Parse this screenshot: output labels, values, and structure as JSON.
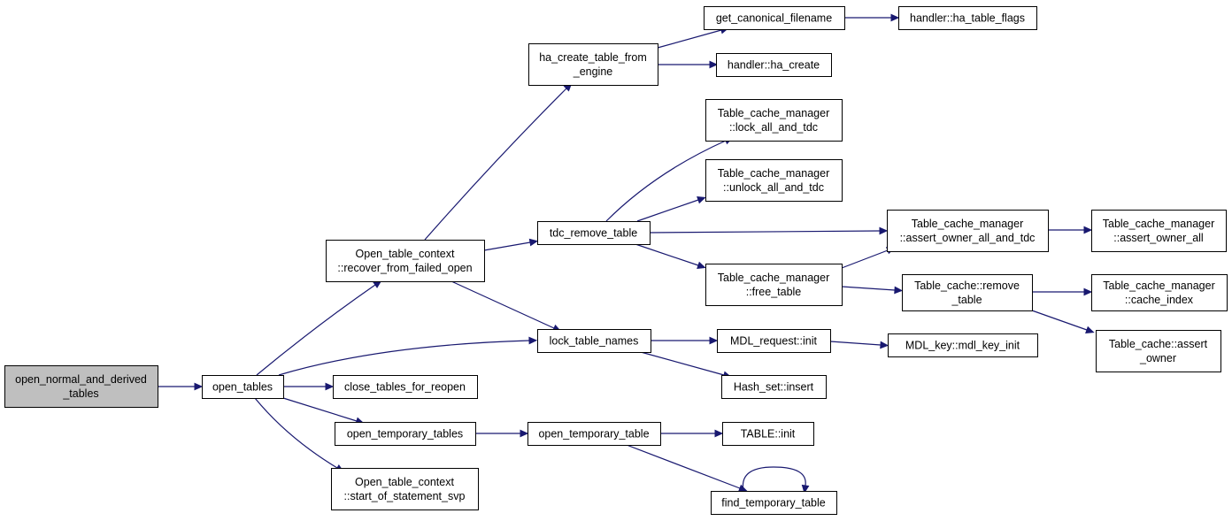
{
  "colors": {
    "edge": "#191970",
    "root_fill": "#bfbfbf",
    "node_fill": "#ffffff",
    "node_border": "#000000"
  },
  "nodes": {
    "open_normal_and_derived_tables": [
      "open_normal_and_derived",
      "_tables"
    ],
    "open_tables": [
      "open_tables"
    ],
    "recover_from_failed_open": [
      "Open_table_context",
      "::recover_from_failed_open"
    ],
    "close_tables_for_reopen": [
      "close_tables_for_reopen"
    ],
    "open_temporary_tables": [
      "open_temporary_tables"
    ],
    "start_of_statement_svp": [
      "Open_table_context",
      "::start_of_statement_svp"
    ],
    "ha_create_table_from_engine": [
      "ha_create_table_from",
      "_engine"
    ],
    "tdc_remove_table": [
      "tdc_remove_table"
    ],
    "lock_table_names": [
      "lock_table_names"
    ],
    "open_temporary_table": [
      "open_temporary_table"
    ],
    "get_canonical_filename": [
      "get_canonical_filename"
    ],
    "handler_ha_create": [
      "handler::ha_create"
    ],
    "lock_all_and_tdc": [
      "Table_cache_manager",
      "::lock_all_and_tdc"
    ],
    "unlock_all_and_tdc": [
      "Table_cache_manager",
      "::unlock_all_and_tdc"
    ],
    "free_table": [
      "Table_cache_manager",
      "::free_table"
    ],
    "mdl_request_init": [
      "MDL_request::init"
    ],
    "hash_set_insert": [
      "Hash_set::insert"
    ],
    "table_init": [
      "TABLE::init"
    ],
    "find_temporary_table": [
      "find_temporary_table"
    ],
    "handler_ha_table_flags": [
      "handler::ha_table_flags"
    ],
    "assert_owner_all_and_tdc": [
      "Table_cache_manager",
      "::assert_owner_all_and_tdc"
    ],
    "table_cache_remove_table": [
      "Table_cache::remove",
      "_table"
    ],
    "mdl_key_init": [
      "MDL_key::mdl_key_init"
    ],
    "assert_owner_all": [
      "Table_cache_manager",
      "::assert_owner_all"
    ],
    "cache_index": [
      "Table_cache_manager",
      "::cache_index"
    ],
    "table_cache_assert_owner": [
      "Table_cache::assert",
      "_owner"
    ]
  },
  "edges": [
    [
      "open_normal_and_derived_tables",
      "open_tables"
    ],
    [
      "open_tables",
      "recover_from_failed_open"
    ],
    [
      "open_tables",
      "lock_table_names"
    ],
    [
      "open_tables",
      "close_tables_for_reopen"
    ],
    [
      "open_tables",
      "open_temporary_tables"
    ],
    [
      "open_tables",
      "start_of_statement_svp"
    ],
    [
      "recover_from_failed_open",
      "ha_create_table_from_engine"
    ],
    [
      "recover_from_failed_open",
      "tdc_remove_table"
    ],
    [
      "recover_from_failed_open",
      "lock_table_names"
    ],
    [
      "ha_create_table_from_engine",
      "get_canonical_filename"
    ],
    [
      "ha_create_table_from_engine",
      "handler_ha_create"
    ],
    [
      "get_canonical_filename",
      "handler_ha_table_flags"
    ],
    [
      "tdc_remove_table",
      "lock_all_and_tdc"
    ],
    [
      "tdc_remove_table",
      "unlock_all_and_tdc"
    ],
    [
      "tdc_remove_table",
      "assert_owner_all_and_tdc"
    ],
    [
      "tdc_remove_table",
      "free_table"
    ],
    [
      "free_table",
      "assert_owner_all_and_tdc"
    ],
    [
      "free_table",
      "table_cache_remove_table"
    ],
    [
      "assert_owner_all_and_tdc",
      "assert_owner_all"
    ],
    [
      "table_cache_remove_table",
      "cache_index"
    ],
    [
      "table_cache_remove_table",
      "table_cache_assert_owner"
    ],
    [
      "lock_table_names",
      "mdl_request_init"
    ],
    [
      "lock_table_names",
      "hash_set_insert"
    ],
    [
      "mdl_request_init",
      "mdl_key_init"
    ],
    [
      "open_temporary_tables",
      "open_temporary_table"
    ],
    [
      "open_temporary_table",
      "table_init"
    ],
    [
      "open_temporary_table",
      "find_temporary_table"
    ],
    [
      "find_temporary_table",
      "find_temporary_table"
    ]
  ]
}
